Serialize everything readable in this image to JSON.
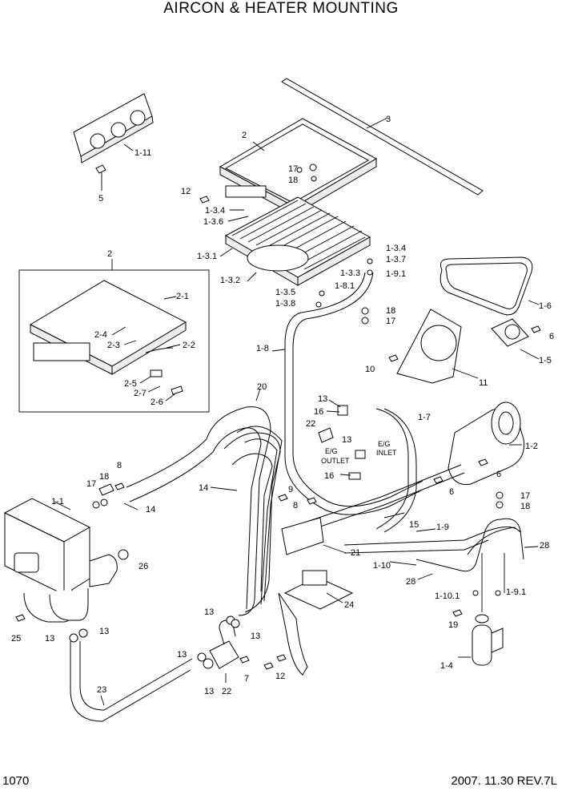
{
  "title": "AIRCON & HEATER MOUNTING",
  "page_number": "1070",
  "revision": "2007. 11.30  REV.7L",
  "callouts": {
    "c_1_11": "1-11",
    "c_5": "5",
    "c_2a": "2",
    "c_3": "3",
    "c_17a": "17",
    "c_18a": "18",
    "c_12a": "12",
    "c_1_3_4a": "1-3.4",
    "c_1_3_6": "1-3.6",
    "c_1_3_1": "1-3.1",
    "c_1_3_2": "1-3.2",
    "c_1_3_3": "1-3.3",
    "c_1_3_4b": "1-3.4",
    "c_1_3_7": "1-3.7",
    "c_1_9_1a": "1-9.1",
    "c_1_3_5": "1-3.5",
    "c_1_8_1": "1-8.1",
    "c_1_3_8": "1-3.8",
    "c_18b": "18",
    "c_17b": "17",
    "c_2b": "2",
    "c_2_1": "2-1",
    "c_2_4": "2-4",
    "c_2_3": "2-3",
    "c_2_2": "2-2",
    "c_2_5": "2-5",
    "c_2_7": "2-7",
    "c_2_6": "2-6",
    "c_1_6": "1-6",
    "c_6a": "6",
    "c_1_5": "1-5",
    "c_10": "10",
    "c_11": "11",
    "c_1_8": "1-8",
    "c_20": "20",
    "c_13a": "13",
    "c_16a": "16",
    "c_22a": "22",
    "c_13b": "13",
    "c_eg_outlet_1": "E/G",
    "c_eg_outlet_2": "OUTLET",
    "c_eg_inlet_1": "E/G",
    "c_eg_inlet_2": "INLET",
    "c_1_7": "1-7",
    "c_1_2": "1-2",
    "c_6b": "6",
    "c_6c": "6",
    "c_16b": "16",
    "c_8a": "8",
    "c_17c": "17",
    "c_18c": "18",
    "c_1_1": "1-1",
    "c_14a": "14",
    "c_14b": "14",
    "c_9": "9",
    "c_8b": "8",
    "c_15": "15",
    "c_1_9": "1-9",
    "c_17d": "17",
    "c_18d": "18",
    "c_26": "26",
    "c_21": "21",
    "c_28a": "28",
    "c_1_10": "1-10",
    "c_28b": "28",
    "c_1_10_1": "1-10.1",
    "c_1_9_1b": "1-9.1",
    "c_24": "24",
    "c_25": "25",
    "c_13c": "13",
    "c_13d": "13",
    "c_13e": "13",
    "c_13f": "13",
    "c_19": "19",
    "c_1_4": "1-4",
    "c_13g": "13",
    "c_7": "7",
    "c_12b": "12",
    "c_23": "23",
    "c_13h": "13",
    "c_22b": "22"
  }
}
